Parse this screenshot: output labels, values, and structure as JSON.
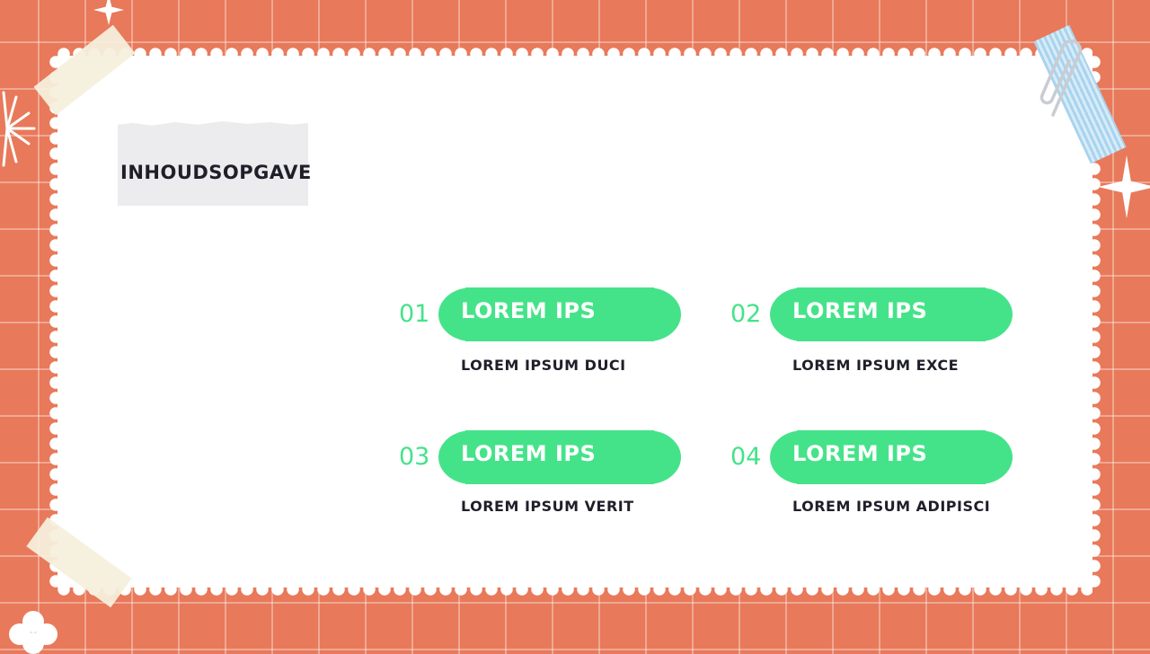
{
  "slide": {
    "title": "INHOUDSOPGAVE",
    "items": [
      {
        "num": "01",
        "heading": "LOREM IPS",
        "description": "LOREM IPSUM DUCI"
      },
      {
        "num": "02",
        "heading": "LOREM IPS",
        "description": "LOREM IPSUM EXCE"
      },
      {
        "num": "03",
        "heading": "LOREM IPS",
        "description": "LOREM IPSUM VERIT"
      },
      {
        "num": "04",
        "heading": "LOREM IPS",
        "description": "LOREM IPSUM ADIPISCI"
      }
    ]
  },
  "colors": {
    "background": "#e8795a",
    "accent": "#45e389",
    "text": "#1f1f2a",
    "card": "#ffffff"
  },
  "icons": {
    "paperclip": "paperclip-icon",
    "sparkle": "sparkle-icon",
    "starburst": "starburst-icon",
    "cloud": "cloud-icon"
  }
}
